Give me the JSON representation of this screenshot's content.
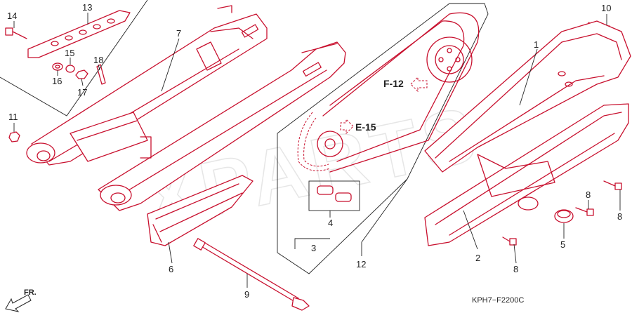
{
  "callouts": [
    "1",
    "2",
    "3",
    "4",
    "5",
    "6",
    "7",
    "8",
    "8",
    "8",
    "9",
    "10",
    "11",
    "12",
    "13",
    "14",
    "15",
    "16",
    "17",
    "18"
  ],
  "refs": {
    "f12": "F-12",
    "e15": "E-15"
  },
  "footer_code": "KPH7−F2200C",
  "fr_label": "FR.",
  "watermark": "XPARTS",
  "colors": {
    "part": "#c8102e",
    "line": "#222222"
  }
}
